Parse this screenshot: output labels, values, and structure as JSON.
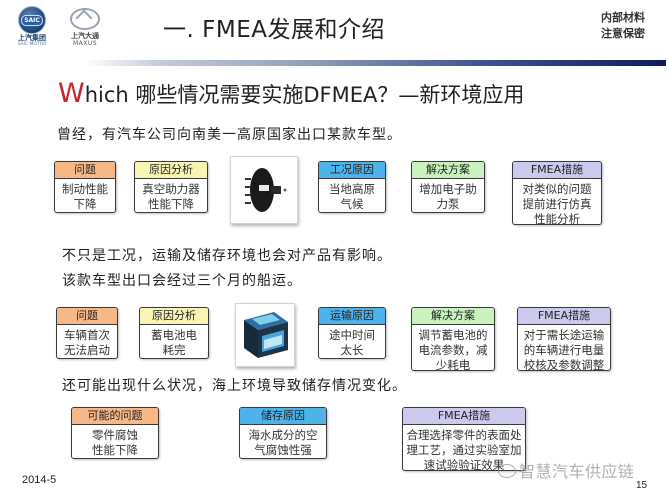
{
  "header": {
    "logo_left": {
      "badge": "SAIC",
      "caption": "上汽集团",
      "sub": "SAIC MOTOR"
    },
    "logo_right": {
      "caption": "上汽大通",
      "sub": "MAXUS"
    },
    "title": "一. FMEA发展和介绍",
    "confidential_line1": "内部材料",
    "confidential_line2": "注意保密"
  },
  "section": {
    "title_initial": "W",
    "title_rest": "hich  哪些情况需要实施DFMEA？—新环境应用",
    "title_initial_color": "#c8242b"
  },
  "case1": {
    "intro": "曾经，有汽车公司向南美一高原国家出口某款车型。",
    "image_icon": "brake-booster-image",
    "boxes": [
      {
        "header": "问题",
        "body": "制动性能\n下降",
        "color": "#f7b887"
      },
      {
        "header": "原因分析",
        "body": "真空助力器\n性能下降",
        "color": "#f8f5b4"
      },
      {
        "header": "工况原因",
        "body": "当地高原\n气候",
        "color": "#4db3ea"
      },
      {
        "header": "解决方案",
        "body": "增加电子助\n力泵",
        "color": "#c9f2bf"
      },
      {
        "header": "FMEA措施",
        "body": "对类似的问题\n提前进行仿真\n性能分析",
        "color": "#cbc9ec"
      }
    ]
  },
  "case2": {
    "intro_line1": "不只是工况，运输及储存环境也会对产品有影响。",
    "intro_line2": "该款车型出口会经过三个月的船运。",
    "image_icon": "car-battery-image",
    "boxes": [
      {
        "header": "问题",
        "body": "车辆首次\n无法启动",
        "color": "#f7b887"
      },
      {
        "header": "原因分析",
        "body": "蓄电池电\n耗完",
        "color": "#f8f5b4"
      },
      {
        "header": "运输原因",
        "body": "途中时间\n太长",
        "color": "#4db3ea"
      },
      {
        "header": "解决方案",
        "body": "调节蓄电池的\n电流参数，减\n少耗电",
        "color": "#c9f2bf"
      },
      {
        "header": "FMEA措施",
        "body": "对于需长途运输\n的车辆进行电量\n校核及参数调整",
        "color": "#cbc9ec"
      }
    ]
  },
  "case3": {
    "intro": "还可能出现什么状况，海上环境导致储存情况变化。",
    "boxes": [
      {
        "header": "可能的问题",
        "body": "零件腐蚀\n性能下降",
        "color": "#f7b887"
      },
      {
        "header": "储存原因",
        "body": "海水成分的空\n气腐蚀性强",
        "color": "#4db3ea"
      },
      {
        "header": "FMEA措施",
        "body": "合理选择零件的表面处\n理工艺，通过实验室加\n速试验验证效果",
        "color": "#cbc9ec"
      }
    ]
  },
  "footer": {
    "date": "2014-5",
    "page_number": "15",
    "watermark": "智慧汽车供应链"
  }
}
